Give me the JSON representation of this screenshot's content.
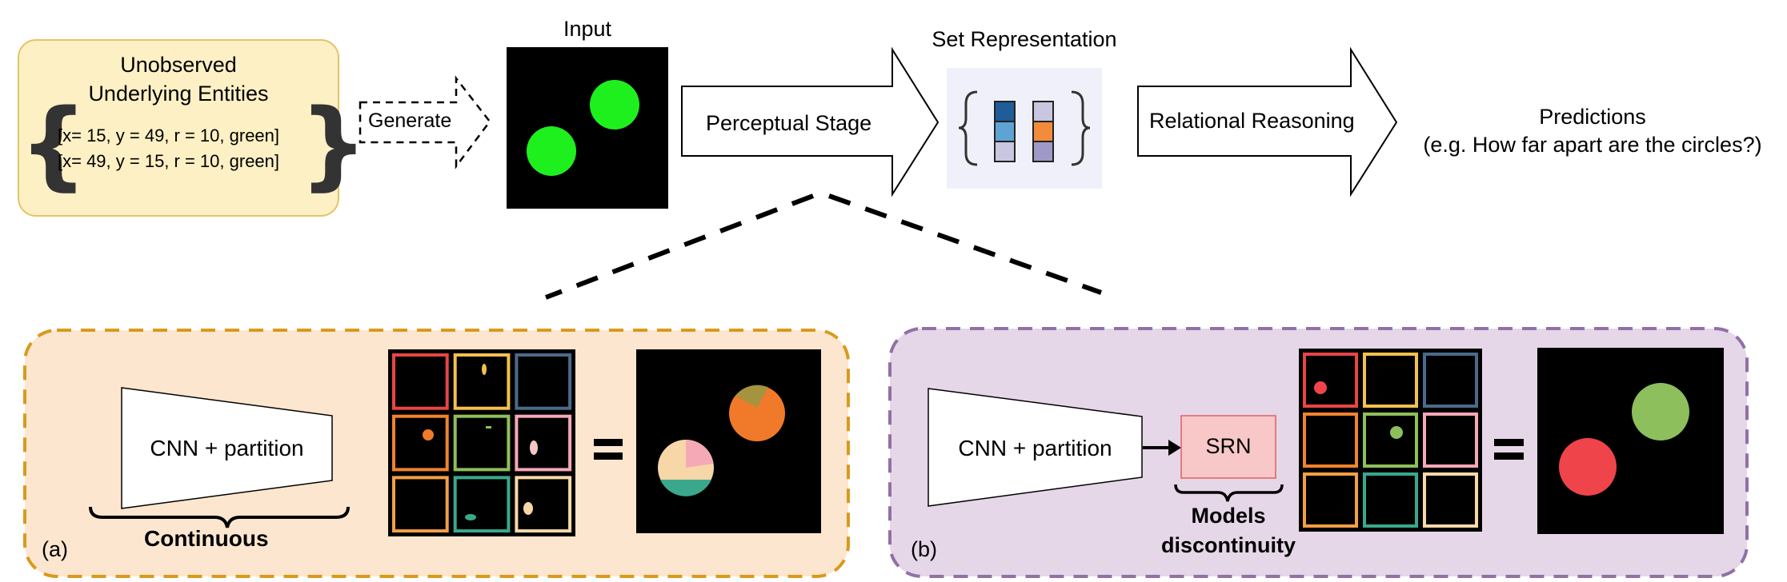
{
  "top": {
    "entities_box": {
      "title_line1": "Unobserved",
      "title_line2": "Underlying Entities",
      "entity1": "[x= 15, y = 49, r = 10, green]",
      "entity2": "[x= 49, y = 15, r = 10, green]",
      "fill": "#fdf0c4",
      "stroke": "#e5c467"
    },
    "generate_arrow_label": "Generate",
    "input_label": "Input",
    "perceptual_stage_label": "Perceptual Stage",
    "set_representation_label": "Set Representation",
    "relational_reasoning_label": "Relational Reasoning",
    "predictions_line1": "Predictions",
    "predictions_line2": "(e.g. How far apart are the circles?)"
  },
  "set_vectors": [
    {
      "cells": [
        "#1f5c99",
        "#5fa3d4",
        "#c9c6df"
      ]
    },
    {
      "cells": [
        "#c9c6df",
        "#f28c3c",
        "#9f99c7"
      ]
    }
  ],
  "panel_a": {
    "tag": "(a)",
    "network_label": "CNN + partition",
    "brace_label": "Continuous",
    "fill": "#fde6cf",
    "stroke": "#d99a1c",
    "grid_colors": [
      "#e84545",
      "#f2c14e",
      "#4a6a8a",
      "#f0832d",
      "#8fbf5a",
      "#f5a8b6",
      "#f29f45",
      "#3aa88c",
      "#f7d9a8"
    ]
  },
  "panel_b": {
    "tag": "(b)",
    "network_label": "CNN + partition",
    "srn_label": "SRN",
    "brace_label_line1": "Models",
    "brace_label_line2": "discontinuity",
    "fill": "#e5d7e7",
    "stroke": "#9170a6",
    "grid_colors": [
      "#e84545",
      "#f2c14e",
      "#4a6a8a",
      "#f0832d",
      "#8fbf5a",
      "#f5a8b6",
      "#f29f45",
      "#3aa88c",
      "#f7d9a8"
    ]
  },
  "colors": {
    "green_circle": "#1ef01e",
    "red_circle": "#f0444b",
    "olive_circle": "#8dbf5c",
    "orange_circle": "#f07a2a"
  }
}
